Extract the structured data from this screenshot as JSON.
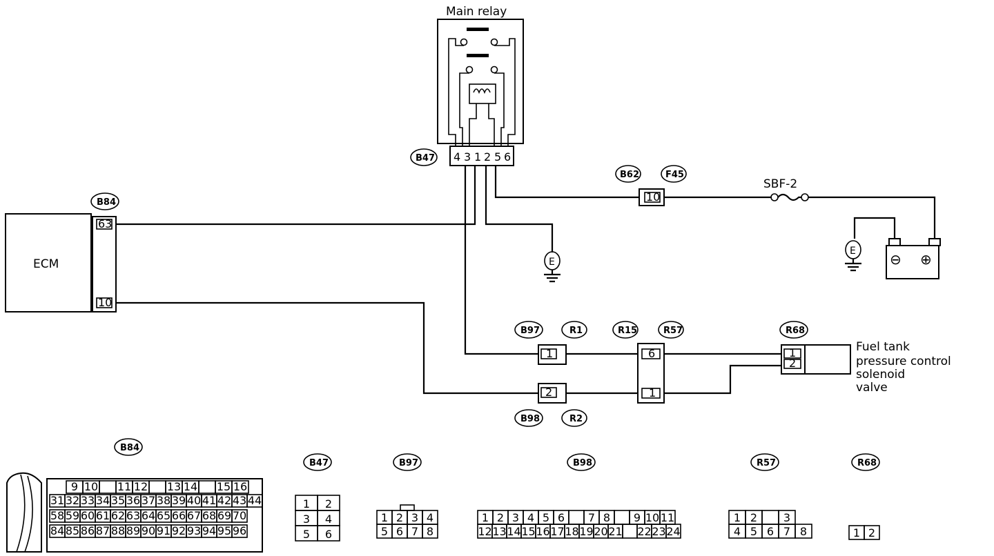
{
  "main_relay": {
    "title": "Main relay",
    "connector": "B47",
    "pins": [
      "4",
      "3",
      "1",
      "2",
      "5",
      "6"
    ]
  },
  "ecm": {
    "label": "ECM",
    "connector": "B84",
    "pin_a": "63",
    "pin_b": "10"
  },
  "fuse": {
    "label": "SBF-2",
    "connector_a": "B62",
    "connector_b": "F45",
    "pin": "10"
  },
  "ground_label": "E",
  "battery": {
    "neg": "⊖",
    "pos": "⊕"
  },
  "connectors": {
    "b97": "B97",
    "r1": "R1",
    "b98": "B98",
    "r2": "R2",
    "r15": "R15",
    "r57": "R57",
    "r68": "R68",
    "b97_pin": "1",
    "b98_pin": "2",
    "r15_pin_a": "6",
    "r15_pin_b": "1",
    "r68_pin_a": "1",
    "r68_pin_b": "2"
  },
  "solenoid_label": [
    "Fuel tank",
    "pressure control",
    "solenoid",
    "valve"
  ],
  "pinouts": {
    "b84": {
      "tag": "B84",
      "row1": [
        "9",
        "10",
        "",
        "11",
        "12",
        "",
        "13",
        "14",
        "",
        "15",
        "16"
      ],
      "row2": [
        "31",
        "32",
        "33",
        "34",
        "35",
        "36",
        "37",
        "38",
        "39",
        "40",
        "41",
        "42",
        "43",
        "44"
      ],
      "row3": [
        "58",
        "59",
        "60",
        "61",
        "62",
        "63",
        "64",
        "65",
        "66",
        "67",
        "68",
        "69",
        "70"
      ],
      "row4": [
        "84",
        "85",
        "86",
        "87",
        "88",
        "89",
        "90",
        "91",
        "92",
        "93",
        "94",
        "95",
        "96"
      ]
    },
    "b47": {
      "tag": "B47",
      "cells": [
        "1",
        "2",
        "3",
        "4",
        "5",
        "6"
      ]
    },
    "b97": {
      "tag": "B97",
      "row1": [
        "1",
        "2",
        "3",
        "4"
      ],
      "row2": [
        "5",
        "6",
        "7",
        "8"
      ]
    },
    "b98": {
      "tag": "B98",
      "row1": [
        "1",
        "2",
        "3",
        "4",
        "5",
        "6",
        "",
        "7",
        "8",
        "",
        "9",
        "10",
        "11"
      ],
      "row2": [
        "12",
        "13",
        "14",
        "15",
        "16",
        "17",
        "18",
        "19",
        "20",
        "21",
        "",
        "22",
        "23",
        "24"
      ]
    },
    "r57": {
      "tag": "R57",
      "row1": [
        "1",
        "2",
        "",
        "3"
      ],
      "row2": [
        "4",
        "5",
        "6",
        "7",
        "8"
      ]
    },
    "r68": {
      "tag": "R68",
      "cells": [
        "1",
        "2"
      ]
    }
  }
}
